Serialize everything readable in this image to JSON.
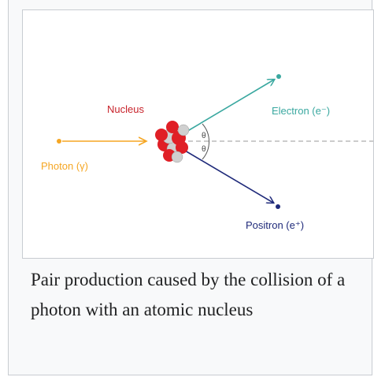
{
  "figure": {
    "labels": {
      "nucleus": "Nucleus",
      "photon": "Photon (γ)",
      "electron": "Electron (e⁻)",
      "positron": "Positron (e⁺)",
      "theta_top": "θ",
      "theta_bottom": "θ"
    },
    "colors": {
      "nucleus_label": "#c8232b",
      "photon": "#f5a623",
      "electron": "#3aa8a0",
      "positron": "#1f2a7a",
      "proton": "#e01f26",
      "neutron": "#d0d0d0",
      "reference_line": "#9a9a9a"
    },
    "caption": "Pair production caused by the collision of a photon with an atomic nucleus"
  }
}
